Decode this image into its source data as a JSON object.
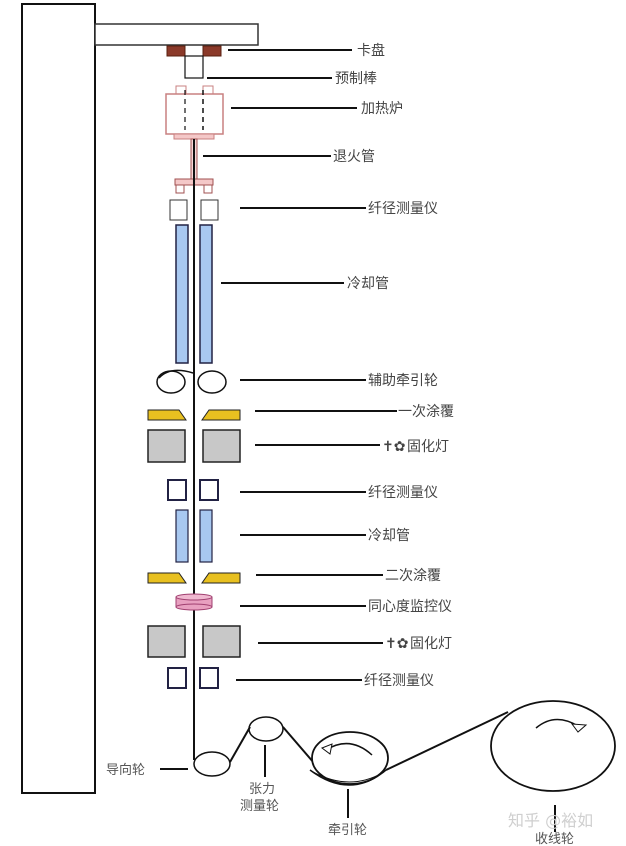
{
  "diagram": {
    "title": "光纤拉丝塔工艺流程示意图",
    "labels": {
      "chuck": "卡盘",
      "preform": "预制棒",
      "furnace": "加热炉",
      "annealing_tube": "退火管",
      "diameter_gauge_1": "纤径测量仪",
      "cooling_tube_1": "冷却管",
      "aux_capstan": "辅助牵引轮",
      "primary_coating": "一次涂覆",
      "uv_lamp_1": "固化灯",
      "diameter_gauge_2": "纤径测量仪",
      "cooling_tube_2": "冷却管",
      "secondary_coating": "二次涂覆",
      "concentricity_monitor": "同心度监控仪",
      "uv_lamp_2": "固化灯",
      "diameter_gauge_3": "纤径测量仪",
      "guide_wheel": "导向轮",
      "tension_wheel_line1": "张力",
      "tension_wheel_line2": "测量轮",
      "capstan": "牵引轮",
      "take_up_reel": "收线轮"
    },
    "watermark": "知乎 @裕如",
    "colors": {
      "chuck": "#8b3a2a",
      "furnace_outline": "#c98080",
      "cooling_tube": "#a8c8f0",
      "coating": "#e8c020",
      "uv_lamp": "#c8c8c8",
      "concentricity": "#e8a0c0",
      "gauge_outline": "#222244",
      "line": "#111111"
    }
  }
}
